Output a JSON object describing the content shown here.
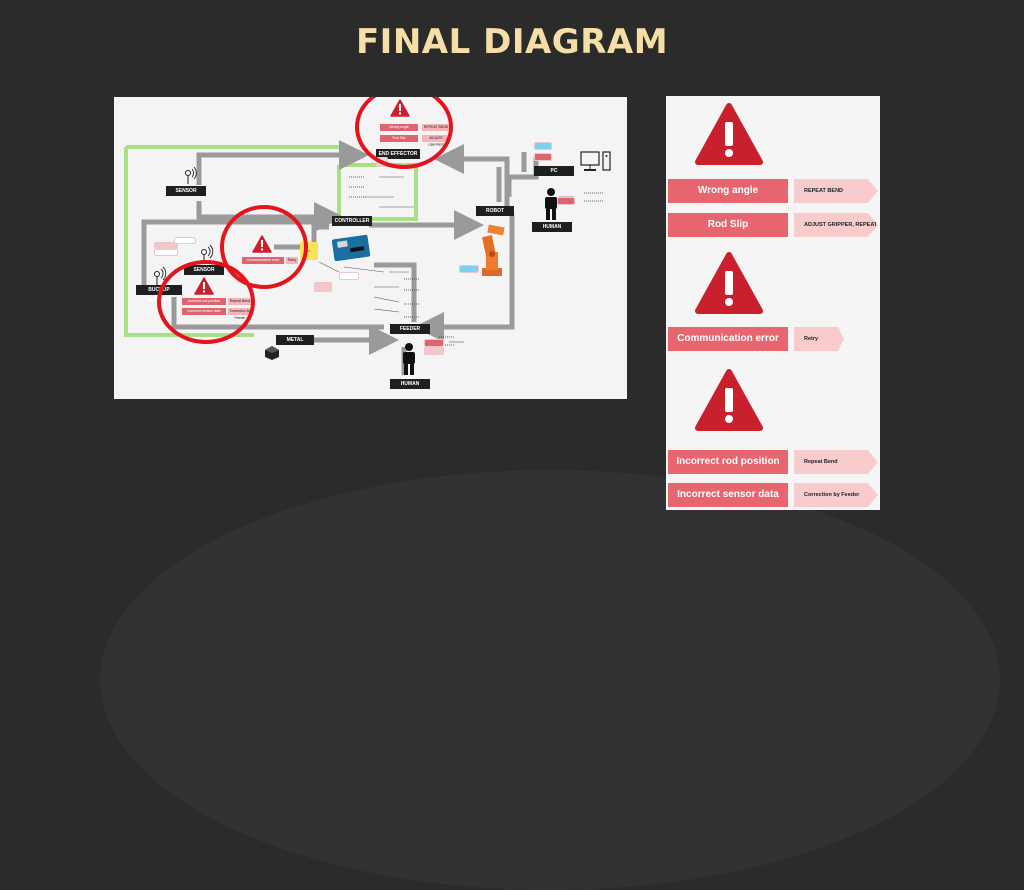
{
  "title": "FINAL DIAGRAM",
  "diagram": {
    "nodes": {
      "sensor_top": "SENSOR",
      "sensor_mid": "SENSOR",
      "backup_sensors": "BUCKUP SENSORS",
      "controller": "CONTROLLER",
      "end_effector": "END EFFECTOR",
      "robot": "ROBOT",
      "pc": "PC",
      "human_right": "HUMAN",
      "human_bottom": "HUMAN",
      "feeder": "FEEDER",
      "metal": "METAL"
    },
    "mini_errors": {
      "ee_err1": "Wrong angle",
      "ee_err2": "Rod Slip",
      "ee_act1": "REPEAT BEND",
      "ee_act2": "ADJUST GRIPPER",
      "ctrl_err": "Communication error",
      "ctrl_act": "Retry",
      "bk_err1": "Incorrect rod position",
      "bk_err2": "Incorrect sensor data",
      "bk_act1": "Repeat Bend",
      "bk_act2": "Correction by Feeder"
    }
  },
  "legend": {
    "group1": [
      {
        "error": "Wrong angle",
        "action": "REPEAT BEND"
      },
      {
        "error": "Rod Slip",
        "action": "ADJUST GRIPPER, REPEAT"
      }
    ],
    "group2": [
      {
        "error": "Communication error",
        "action": "Retry"
      }
    ],
    "group3": [
      {
        "error": "Incorrect rod position",
        "action": "Repeat Bend"
      },
      {
        "error": "Incorrect sensor data",
        "action": "Correction by Feeder"
      }
    ]
  },
  "colors": {
    "background": "#2b2b2b",
    "title": "#f6dfa6",
    "warning_red": "#c8202c",
    "error_fill": "#e6656f",
    "action_fill": "#f8cccd",
    "highlight_circle": "#e3141e",
    "green_path": "#a8e08a",
    "gray_arrow": "#9a9a9a"
  },
  "icons": [
    "warning-triangle-icon",
    "sensor-icon",
    "human-icon",
    "robot-arm-icon",
    "pc-icon",
    "arduino-board-icon",
    "metal-cube-icon"
  ]
}
